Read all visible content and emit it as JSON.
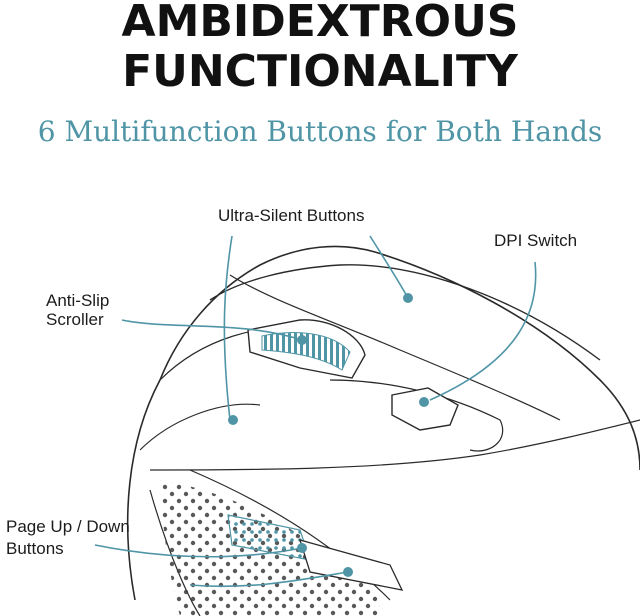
{
  "headline": {
    "line1": "AMBIDEXTROUS",
    "line2": "FUNCTIONALITY"
  },
  "subheadline": "6 Multifunction Buttons for Both Hands",
  "callouts": {
    "ultra_silent": "Ultra-Silent Buttons",
    "dpi_switch": "DPI Switch",
    "anti_slip_line1": "Anti-Slip",
    "anti_slip_line2": "Scroller",
    "page_up_down_line1": "Page Up / Down",
    "page_up_down_line2": "Buttons"
  },
  "colors": {
    "accent": "#4f95a6",
    "outline": "#2a2a2a",
    "headline": "#111111"
  }
}
